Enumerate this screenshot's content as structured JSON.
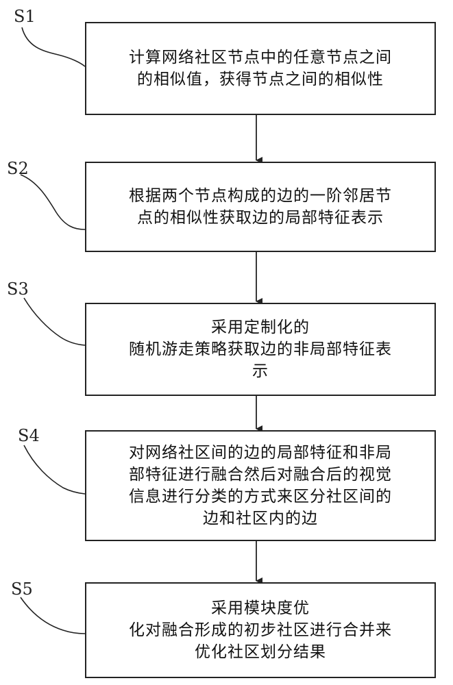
{
  "steps": [
    {
      "label": "S1",
      "lines": [
        "计算网络社区节点中的任意节点之间",
        "的相似值，获得节点之间的相似性"
      ]
    },
    {
      "label": "S2",
      "lines": [
        "根据两个节点构成的边的一阶邻居节",
        "点的相似性获取边的局部特征表示"
      ]
    },
    {
      "label": "S3",
      "lines": [
        "采用定制化的",
        "随机游走策略获取边的非局部特征表",
        "示"
      ]
    },
    {
      "label": "S4",
      "lines": [
        "对网络社区间的边的局部特征和非局",
        "部特征进行融合然后对融合后的视觉",
        "信息进行分类的方式来区分社区间的",
        "边和社区内的边"
      ]
    },
    {
      "label": "S5",
      "lines": [
        "采用模块度优",
        "化对融合形成的初步社区进行合并来",
        "优化社区划分结果"
      ]
    }
  ]
}
